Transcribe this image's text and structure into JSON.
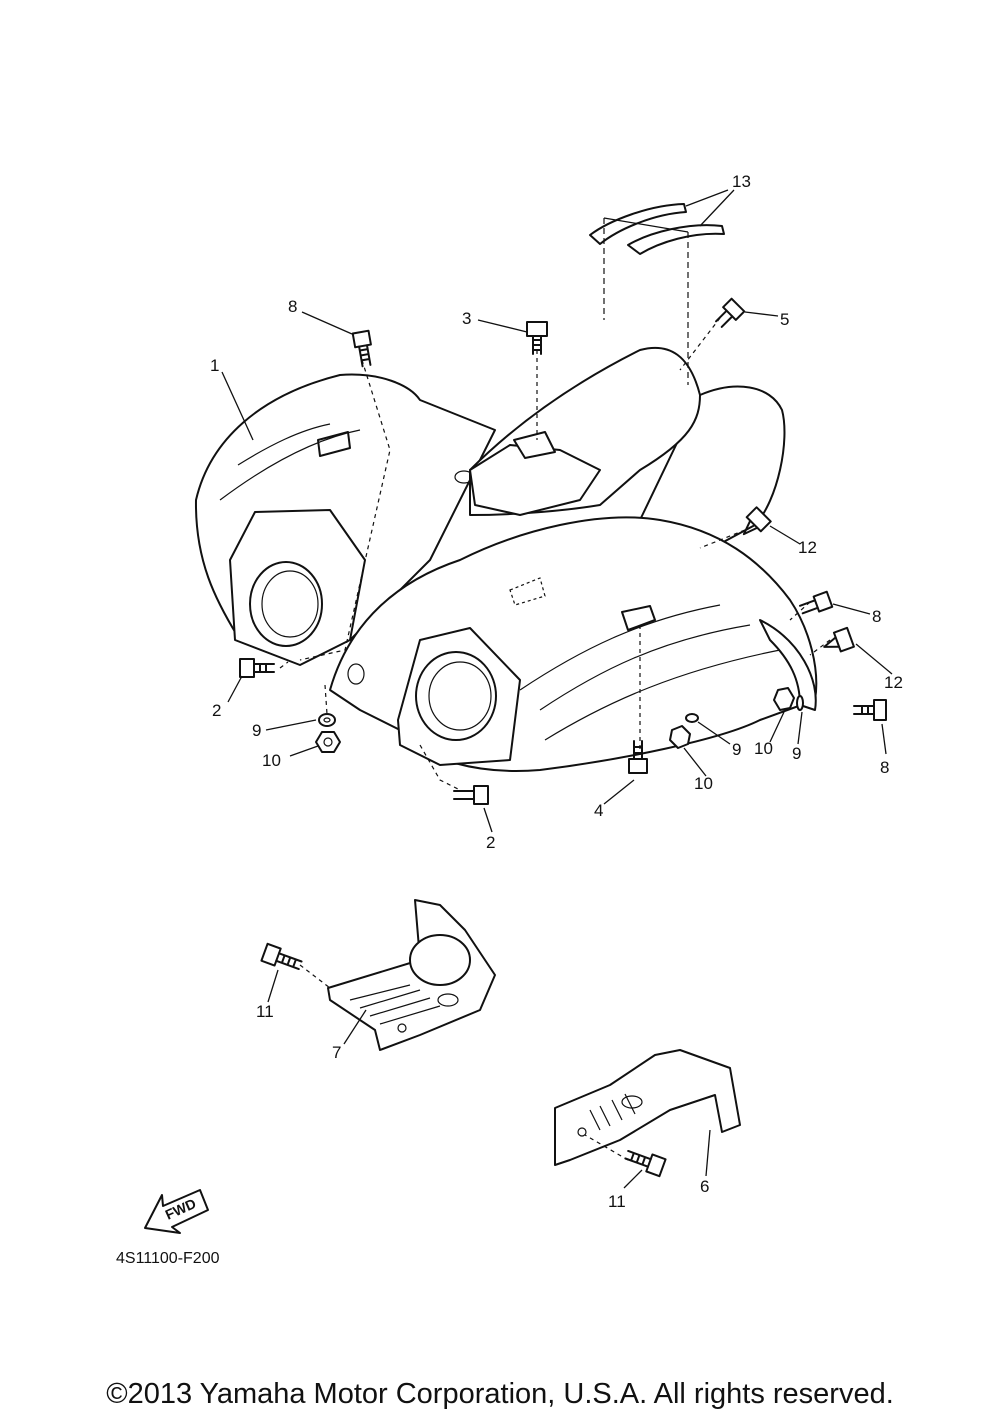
{
  "diagram": {
    "part_code": "4S11100-F200",
    "fwd_label": "FWD",
    "copyright": "©2013 Yamaha Motor Corporation, U.S.A. All rights reserved.",
    "callouts": [
      {
        "id": "c13",
        "label": "13"
      },
      {
        "id": "c8a",
        "label": "8"
      },
      {
        "id": "c3",
        "label": "3"
      },
      {
        "id": "c5",
        "label": "5"
      },
      {
        "id": "c1",
        "label": "1"
      },
      {
        "id": "c12a",
        "label": "12"
      },
      {
        "id": "c8b",
        "label": "8"
      },
      {
        "id": "c12b",
        "label": "12"
      },
      {
        "id": "c2a",
        "label": "2"
      },
      {
        "id": "c9a",
        "label": "9"
      },
      {
        "id": "c10a",
        "label": "10"
      },
      {
        "id": "c2b",
        "label": "2"
      },
      {
        "id": "c4",
        "label": "4"
      },
      {
        "id": "c9b",
        "label": "9"
      },
      {
        "id": "c10b",
        "label": "10"
      },
      {
        "id": "c10c",
        "label": "10"
      },
      {
        "id": "c9c",
        "label": "9"
      },
      {
        "id": "c8c",
        "label": "8"
      },
      {
        "id": "c11a",
        "label": "11"
      },
      {
        "id": "c7",
        "label": "7"
      },
      {
        "id": "c6",
        "label": "6"
      },
      {
        "id": "c11b",
        "label": "11"
      }
    ]
  }
}
